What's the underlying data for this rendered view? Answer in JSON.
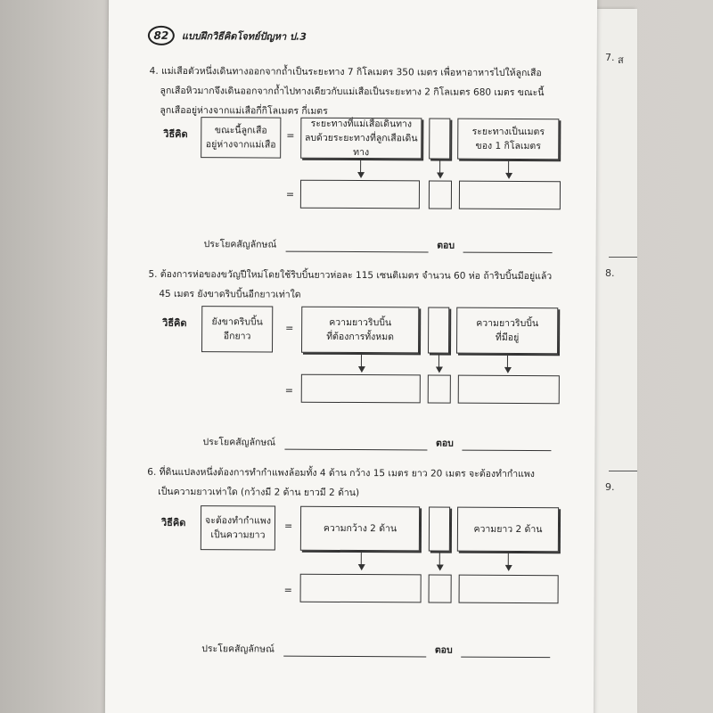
{
  "header": {
    "page_number": "82",
    "title": "แบบฝึกวิธีคิดโจทย์ปัญหา ป.3"
  },
  "questions": [
    {
      "number": "4.",
      "lines": [
        "แม่เสือตัวหนึ่งเดินทางออกจากถ้ำเป็นระยะทาง 7 กิโลเมตร 350 เมตร เพื่อหาอาหารไปให้ลูกเสือ",
        "ลูกเสือหิวมากจึงเดินออกจากถ้ำไปทางเดียวกับแม่เสือเป็นระยะทาง 2 กิโลเมตร 680 เมตร ขณะนี้",
        "ลูกเสืออยู่ห่างจากแม่เสือกี่กิโลเมตร กี่เมตร"
      ],
      "method_label": "วิธีคิด",
      "unknown_box": [
        "ขณะนี้ลูกเสือ",
        "อยู่ห่างจากแม่เสือ"
      ],
      "equals": "=",
      "box_a": [
        "ระยะทางที่แม่เสือเดินทาง",
        "ลบด้วยระยะทางที่ลูกเสือเดินทาง"
      ],
      "box_b": [
        "ระยะทางเป็นเมตร",
        "ของ 1 กิโลเมตร"
      ],
      "sentence_label": "ประโยคสัญลักษณ์",
      "answer_label": "ตอบ"
    },
    {
      "number": "5.",
      "lines": [
        "ต้องการห่อของขวัญปีใหม่โดยใช้ริบบิ้นยาวห่อละ 115 เซนติเมตร จำนวน 60 ห่อ ถ้าริบบิ้นมีอยู่แล้ว",
        "45 เมตร ยังขาดริบบิ้นอีกยาวเท่าใด"
      ],
      "method_label": "วิธีคิด",
      "unknown_box": [
        "ยังขาดริบบิ้น",
        "อีกยาว"
      ],
      "equals": "=",
      "box_a": [
        "ความยาวริบบิ้น",
        "ที่ต้องการทั้งหมด"
      ],
      "box_b": [
        "ความยาวริบบิ้น",
        "ที่มีอยู่"
      ],
      "sentence_label": "ประโยคสัญลักษณ์",
      "answer_label": "ตอบ"
    },
    {
      "number": "6.",
      "lines": [
        "ที่ดินแปลงหนึ่งต้องการทำกำแพงล้อมทั้ง 4 ด้าน กว้าง 15 เมตร ยาว 20 เมตร จะต้องทำกำแพง",
        "เป็นความยาวเท่าใด (กว้างมี 2 ด้าน ยาวมี 2 ด้าน)"
      ],
      "method_label": "วิธีคิด",
      "unknown_box": [
        "จะต้องทำกำแพง",
        "เป็นความยาว"
      ],
      "equals": "=",
      "box_a": [
        "ความกว้าง 2 ด้าน"
      ],
      "box_b": [
        "ความยาว 2 ด้าน"
      ],
      "sentence_label": "ประโยคสัญลักษณ์",
      "answer_label": "ตอบ"
    }
  ],
  "next_page_numbers": [
    "7.",
    "8.",
    "9."
  ],
  "next_page_fragment": "ส"
}
